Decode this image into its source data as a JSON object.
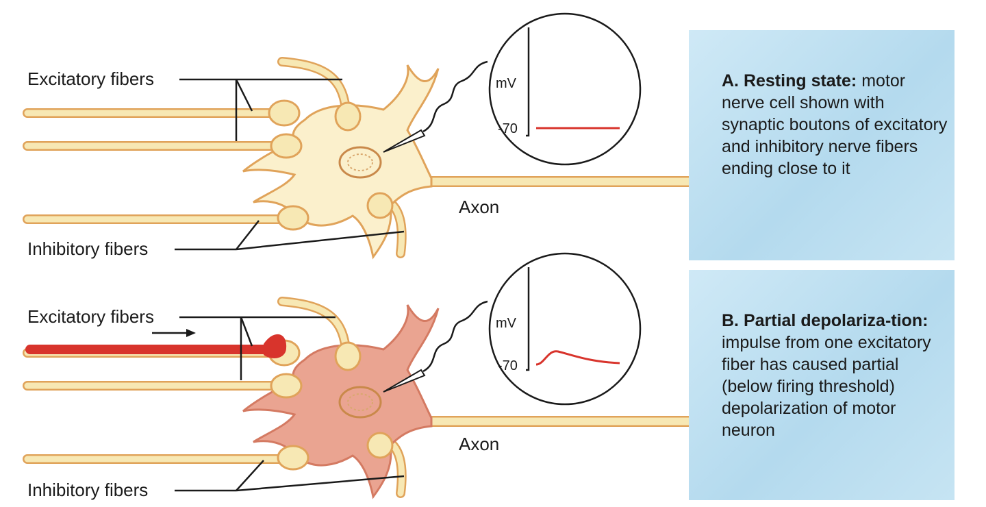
{
  "panelA": {
    "label_excitatory": "Excitatory fibers",
    "label_inhibitory": "Inhibitory fibers",
    "label_axon": "Axon",
    "scope_unit": "mV",
    "scope_tick": "-70",
    "heading": "A. Resting state:",
    "body": " motor nerve cell shown with synaptic boutons of excitatory and inhibitory nerve fibers ending close to it"
  },
  "panelB": {
    "label_excitatory": "Excitatory fibers",
    "label_inhibitory": "Inhibitory fibers",
    "label_axon": "Axon",
    "scope_unit": "mV",
    "scope_tick": "-70",
    "heading": "B. Partial depolariza-tion:",
    "body": " impulse from one excitatory fiber has caused partial (below firing threshold) depolarization of motor neuron"
  },
  "colors": {
    "fiber": "#f7e8b4",
    "fiber_edge": "#e0a35a",
    "active_fiber": "#d8342c",
    "depolarized_cell": "#eaa491",
    "trace": "#d8342c",
    "panel": "#c4e3f3"
  }
}
